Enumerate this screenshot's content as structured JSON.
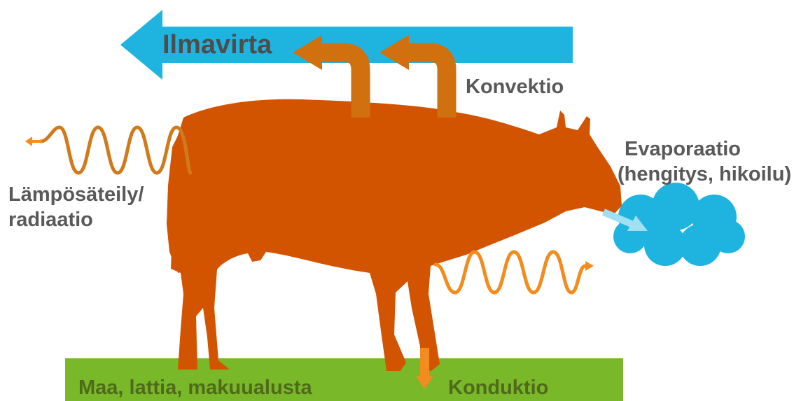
{
  "labels": {
    "airflow": "Ilmavirta",
    "convection": "Konvektio",
    "evaporation_line1": "Evaporaatio",
    "evaporation_line2": "(hengitys, hikoilu)",
    "radiation_line1": "Lämpösäteily/",
    "radiation_line2": "radiaatio",
    "ground": "Maa, lattia, makuualusta",
    "conduction": "Konduktio"
  },
  "icons": {
    "animal": "cow-silhouette-icon",
    "cloud": "cloud-icon",
    "airflow": "arrow-left-icon"
  },
  "colors": {
    "airflow_arrow": "#1fb4e0",
    "cow": "#d35400",
    "convection_arrows": "#d0700e",
    "radiation_waves": "#d07a1c",
    "conduction_wave": "#f28c1e",
    "cloud": "#1fb4e0",
    "ground": "#79b829",
    "text": "#595959"
  }
}
